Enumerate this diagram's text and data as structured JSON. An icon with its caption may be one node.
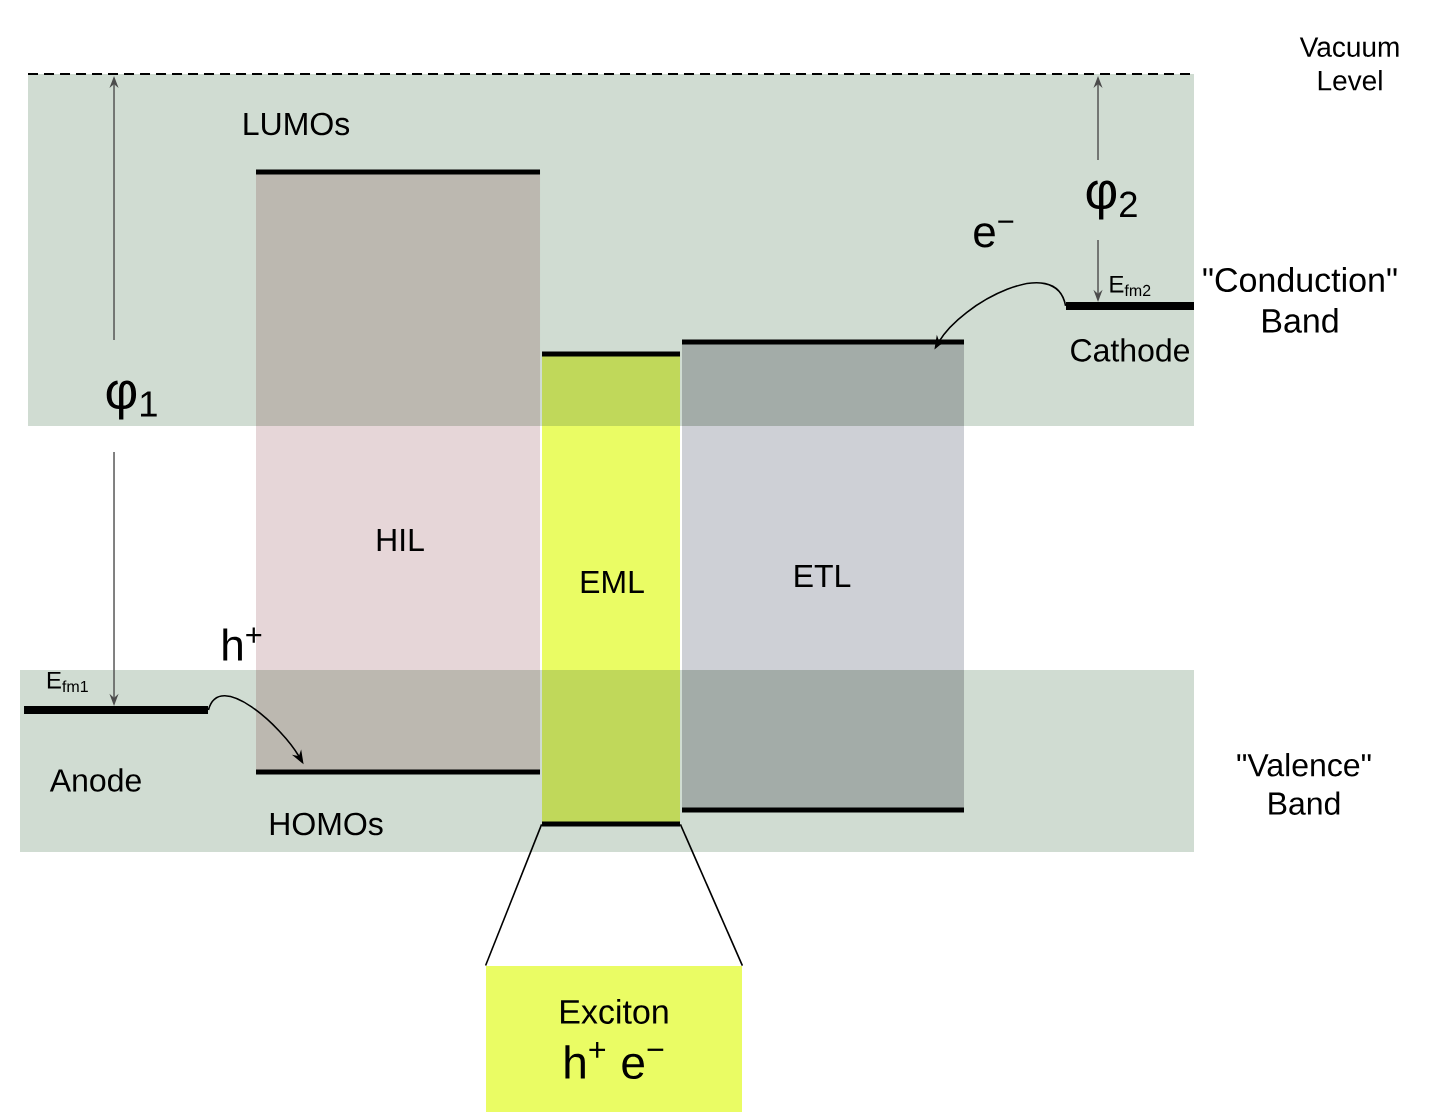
{
  "diagram": {
    "nodes": [
      {
        "text": [
          "HIL"
        ]
      },
      {
        "text": [
          "EML"
        ]
      },
      {
        "text": [
          "ETL"
        ]
      },
      {
        "text": [
          "Anode"
        ],
        "beside": [
          "E$_{fm1}$"
        ]
      },
      {
        "text": [
          "Cathode"
        ],
        "beside": [
          "E$_{fm2}$"
        ]
      },
      {
        "text": [
          "Exciton",
          "h$^{+}$ e$^{−}$"
        ]
      }
    ],
    "edges": [
      {
        "from": 3,
        "to": 0,
        "arrow": "to",
        "label": "h$^{+}$"
      },
      {
        "from": 4,
        "to": 2,
        "arrow": "to",
        "label": "e$^{−}$"
      },
      {
        "from": 1,
        "to": 5,
        "arrow": "none"
      },
      {
        "from": 1,
        "to": 5,
        "arrow": "none"
      }
    ],
    "labels": [
      "Vacuum Level",
      "LUMOs",
      "φ$_{1}$",
      "φ$_{2}$",
      "\"Conduction\" Band",
      "HOMOs",
      "\"Valence\" Band"
    ]
  }
}
